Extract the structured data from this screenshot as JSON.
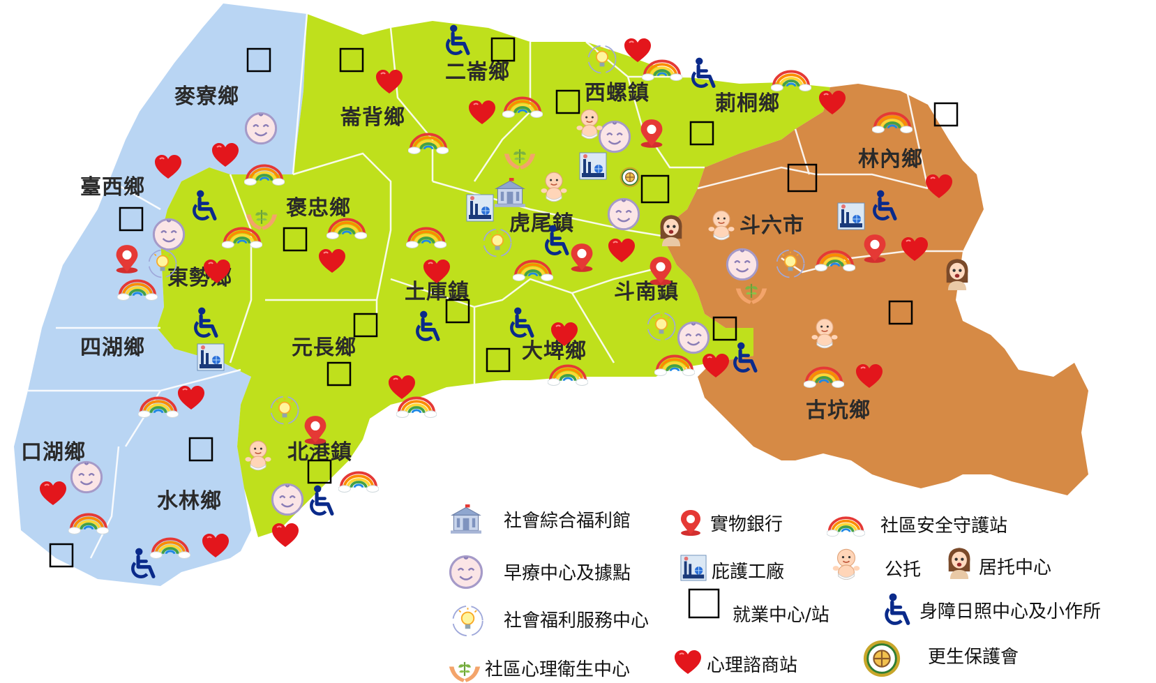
{
  "regions": {
    "coastal_color": "#b9d5f3",
    "central_color": "#bfe01c",
    "mountain_color": "#d68a45",
    "border_color": "#ffffff"
  },
  "townships": [
    {
      "id": "maliao",
      "name": "麥寮鄉"
    },
    {
      "id": "taixi",
      "name": "臺西鄉"
    },
    {
      "id": "dongshi",
      "name": "東勢鄉"
    },
    {
      "id": "sihu",
      "name": "四湖鄉"
    },
    {
      "id": "kouhu",
      "name": "口湖鄉"
    },
    {
      "id": "shuilin",
      "name": "水林鄉"
    },
    {
      "id": "lunbei",
      "name": "崙背鄉"
    },
    {
      "id": "baozhong",
      "name": "褒忠鄉"
    },
    {
      "id": "erlun",
      "name": "二崙鄉"
    },
    {
      "id": "xiluo",
      "name": "西螺鎮"
    },
    {
      "id": "citong",
      "name": "莿桐鄉"
    },
    {
      "id": "huwei",
      "name": "虎尾鎮"
    },
    {
      "id": "tuku",
      "name": "土庫鎮"
    },
    {
      "id": "yuanchang",
      "name": "元長鄉"
    },
    {
      "id": "beigang",
      "name": "北港鎮"
    },
    {
      "id": "dapi",
      "name": "大埤鄉"
    },
    {
      "id": "dounan",
      "name": "斗南鎮"
    },
    {
      "id": "linnei",
      "name": "林內鄉"
    },
    {
      "id": "douliu",
      "name": "斗六市"
    },
    {
      "id": "gukeng",
      "name": "古坑鄉"
    }
  ],
  "legend": {
    "welfare_hall": "社會綜合福利館",
    "material_bank": "實物銀行",
    "safety_station": "社區安全守護站",
    "early_intervention": "早療中心及據點",
    "sheltered_factory": "庇護工廠",
    "public_daycare": "公托",
    "home_daycare": "居托中心",
    "social_welfare_center": "社會福利服務中心",
    "employment_center": "就業中心/站",
    "disability_day_care": "身障日照中心及小作所",
    "mental_health_center": "社區心理衛生中心",
    "counseling_station": "心理諮商站",
    "rehabilitation_society": "更生保護會"
  }
}
